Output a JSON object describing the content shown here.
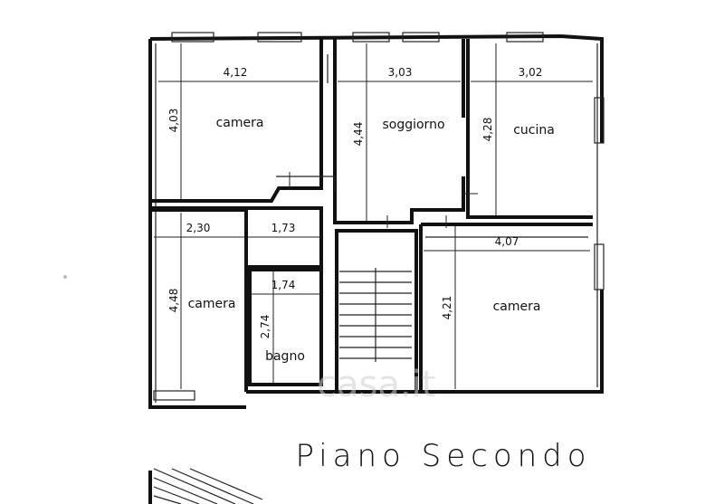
{
  "title": "Piano Secondo",
  "watermark": "casa.it",
  "rooms": [
    {
      "id": "camera-nw",
      "name": "camera",
      "width": "4,12",
      "depth": "4,03"
    },
    {
      "id": "soggiorno",
      "name": "soggiorno",
      "width": "3,03",
      "depth": "4,44"
    },
    {
      "id": "cucina",
      "name": "cucina",
      "width": "3,02",
      "depth": "4,28"
    },
    {
      "id": "disimpegno",
      "name": "",
      "width": "1,73",
      "depth": ""
    },
    {
      "id": "camera-sw",
      "name": "camera",
      "width": "2,30",
      "depth": "4,48"
    },
    {
      "id": "bagno",
      "name": "bagno",
      "width": "1,74",
      "depth": "2,74"
    },
    {
      "id": "camera-se",
      "name": "camera",
      "width": "4,07",
      "depth": "4,21"
    }
  ],
  "colors": {
    "ink": "#111111",
    "background": "#ffffff",
    "watermark": "#cfcfcf"
  }
}
